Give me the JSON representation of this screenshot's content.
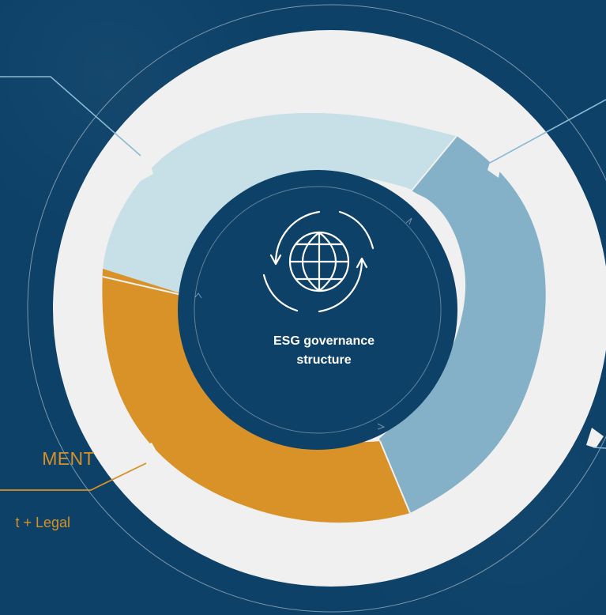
{
  "diagram": {
    "center_title_line1": "ESG governance",
    "center_title_line2": "structure",
    "left_heading_text": "MENT",
    "left_subtext": "t + Legal",
    "center_icon": "globe-with-refresh-arrows-icon"
  },
  "colors": {
    "background": "#0d4168",
    "outer_ring": "#f0f0f0",
    "segment_light": "#c7dfe6",
    "segment_mid": "#84b0c8",
    "segment_orange": "#d89228",
    "center_circle": "#0d4168",
    "accent_line": "#8bb9d4",
    "orange_line": "#d59127"
  }
}
